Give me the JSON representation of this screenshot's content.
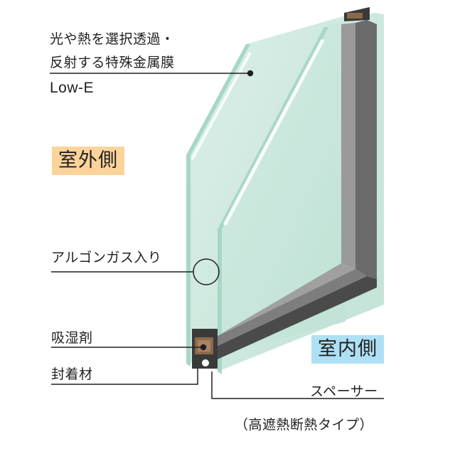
{
  "labels": {
    "lowe_line1": "光や熱を選択透過・",
    "lowe_line2": "反射する特殊金属膜",
    "lowe_line3": "Low-E",
    "outdoor": "室外側",
    "indoor": "室内側",
    "argon": "アルゴンガス入り",
    "desiccant": "吸湿剤",
    "sealant": "封着材",
    "spacer": "スペーサー",
    "spacer_type": "（高遮熱断熱タイプ）"
  },
  "colors": {
    "glass_face": "#c6e4da",
    "glass_edge": "#a7d7c5",
    "frame_dark": "#3a3a3a",
    "spacer_gray": "#9a9a9a",
    "outdoor_tag": "#fcd39a",
    "indoor_tag": "#aee0f5",
    "desiccant_brown": "#8a6a48"
  }
}
